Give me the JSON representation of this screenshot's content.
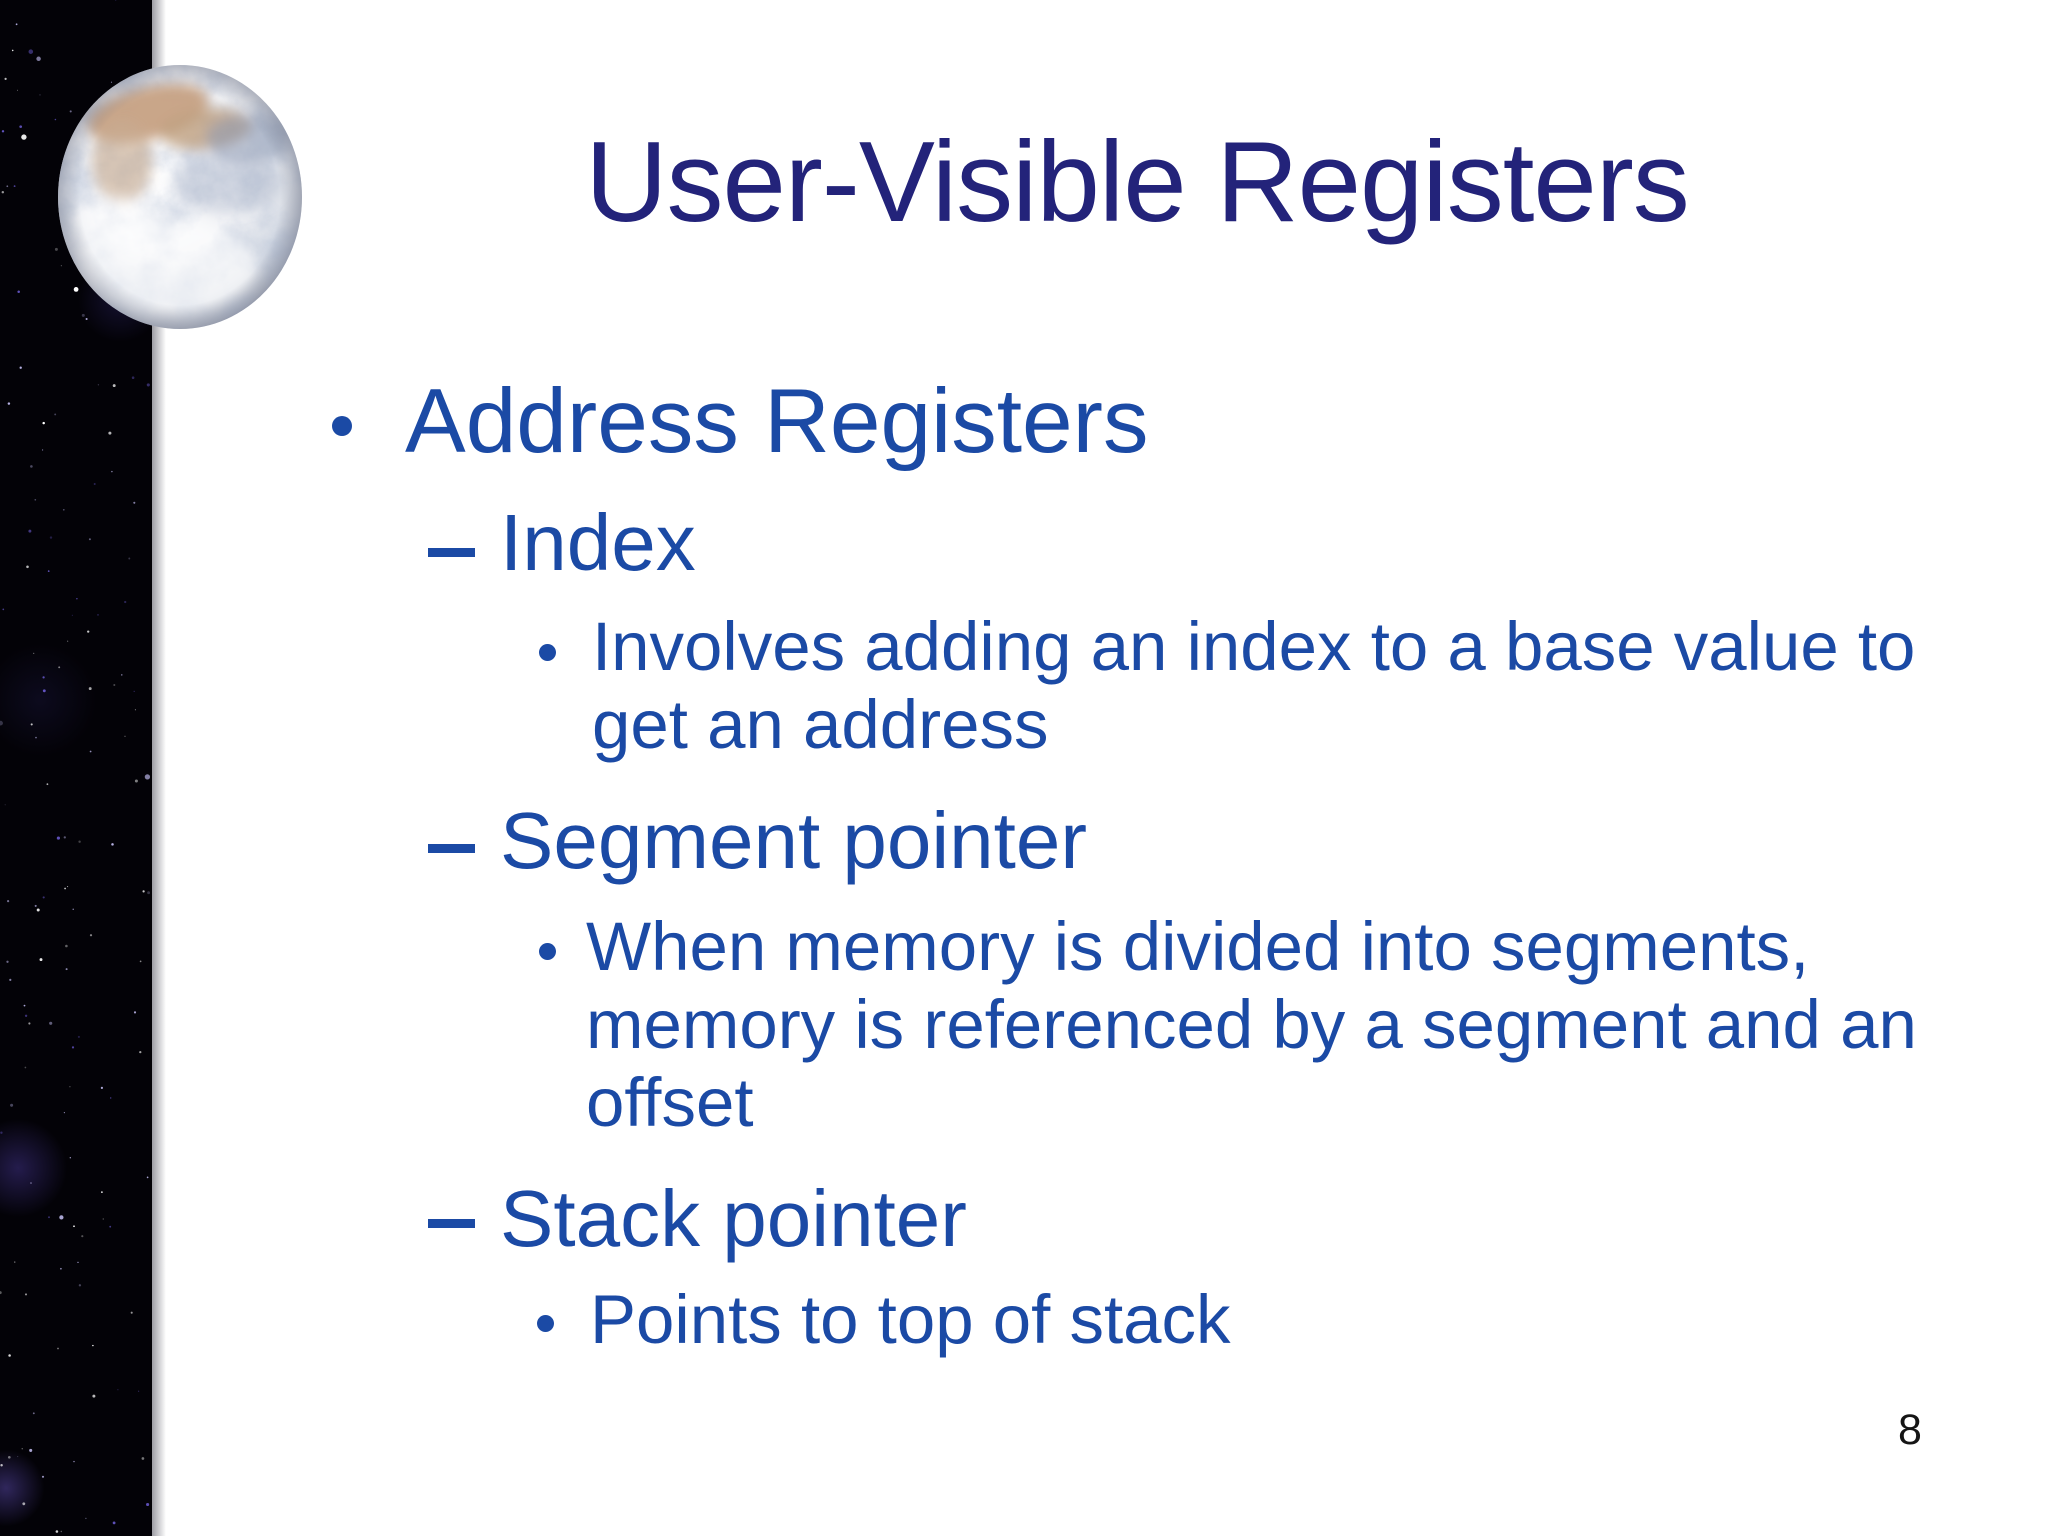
{
  "slide": {
    "title": "User-Visible Registers",
    "page_number": "8",
    "colors": {
      "title_text": "#23237A",
      "body_text": "#1B4AA5",
      "page_number": "#151515",
      "space_bg": "#030207",
      "star_white": "#FFFFFF",
      "star_lavender": "#B9B4E6",
      "star_purple": "#6A5ACF",
      "earth_land": "#C7A183",
      "earth_ocean": "#8C99B2"
    },
    "bullets": [
      {
        "level": 1,
        "marker": "dot",
        "lines": [
          "Address Registers"
        ]
      },
      {
        "level": 2,
        "marker": "dash",
        "lines": [
          "Index"
        ]
      },
      {
        "level": 3,
        "marker": "dot",
        "lines": [
          "Involves adding an index to a base value to",
          "get an address"
        ]
      },
      {
        "level": 2,
        "marker": "dash",
        "lines": [
          "Segment pointer"
        ]
      },
      {
        "level": 3,
        "marker": "dot",
        "lines": [
          "When memory is divided into segments,",
          "memory is referenced by a segment and an",
          "offset"
        ]
      },
      {
        "level": 2,
        "marker": "dash",
        "lines": [
          "Stack pointer"
        ]
      },
      {
        "level": 3,
        "marker": "dot",
        "lines": [
          "Points to top of stack"
        ]
      }
    ],
    "decorations": {
      "starfield": "starfield-strip",
      "earth": "earth-image"
    }
  }
}
